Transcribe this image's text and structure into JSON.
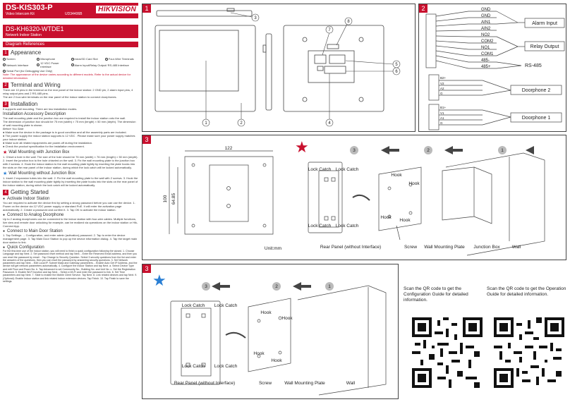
{
  "header": {
    "model": "DS-KIS303-P",
    "subtitle": "Video Intercom Kit",
    "code": "UD34406B",
    "logo": "HIKVISION"
  },
  "station": {
    "model": "DS-KH6320-WTDE1",
    "subtitle": "Network Indoor Station"
  },
  "diagram_refs": "Diagram References",
  "appearance": {
    "num": "1",
    "title": "Appearance",
    "legend": [
      "Screen",
      "Microphone",
      "microSD Card Slot",
      "Four-Wire Terminals",
      "Network Interface",
      "12 VDC Power Interface",
      "Alarm Input/Relay Output/ RS-485 Interface",
      "Serial Port (for Debugging Use Only)"
    ],
    "note": "Note: The appearance of the device varies according to different models. Refer to the actual device for detailed information."
  },
  "terminal": {
    "num": "2",
    "title": "Terminal and Wiring",
    "text1": "There are 10 pins in the terminal on the rear panel of the indoor station: 2 GND pin, 2 alarm input pins, 4 relay output pins and 2 RS-485 pins.",
    "text2": "The are 2 four-wire terminals on the rear panel of the indoor station to connect doorphones."
  },
  "installation": {
    "num": "3",
    "title": "Installation",
    "text1": "It supports wall mounting. There are two installation modes.",
    "accessory": "Installation Accessory Description",
    "text2": "The wall mounting plate and the junction box are required to install the indoor station onto the wall.",
    "text3": "The dimension of junction box should be 75 mm (width) × 75 mm (length) × 50 mm (depth). The dimension of wall mounting plate is shown.",
    "before": "Before You Start",
    "b1": "Make sure the device in the package is in good condition and all the assembly parts are included.",
    "b2": "The power supply the indoor station supports is 12 VDC . Please make sure your power supply matches your indoor station.",
    "b3": "Make sure all related equipments are power-off during the installation.",
    "b4": "Check the product specification for the installation environment."
  },
  "wall_with_box": {
    "title": "Wall Mounting with Junction Box",
    "steps": "1. Chisel a hole in the wall. The size of the hole should be 76 mm (width) × 76 mm (length) × 50 mm (depth). 2. Insert the junction box to the hole chiseled on the wall. 3. Fix the wall mounting plate to the junction box with 2 screws. 4. Hook the indoor station to the wall mounting plate tightly by inserting the plate hooks into the slots on the rear panel of the indoor station, during which the lock catch will be locked automatically."
  },
  "wall_without_box": {
    "title": "Wall Mounting without Junction Box",
    "steps": "1. Insert 2 expansion tubes into the wall. 2. Fix the wall mounting plate to the wall with 2 screws. 3. Hook the indoor station to the wall mounting plate tightly by inserting the plate hooks into the slots on the rear panel of the indoor station, during which the lock catch will be locked automatically."
  },
  "getting_started": {
    "num": "4",
    "title": "Getting Started",
    "activate": "Activate Indoor Station",
    "activate_text": "You are required to activate the device first by setting a strong password before you can use the device. 1. Power on the device via 12 VDC power supply or standard PoE. It will enter the activation page automatically. 2. Create a password and confirm it. 3. Tap OK to activate the indoor station.",
    "analog": "Connect to Analog Doorphone",
    "analog_text": "Up to 2 analog doorphones can be connected to the indoor station with four-wire cables. Multiple functions, live view and remote door unlocking for example, can be realized via operations on the indoor station or Hik-Connect App.",
    "main_door": "Connect to Main Door Station",
    "main_door_text": "1. Tap Settings → Configuration, and enter admin (activation) password. 2. Tap to enter the device management page. 3. Tap Main Door Station to pop up the device information dialog. 4. Tap the target main door station to link.",
    "quick": "Quick Configuration",
    "quick_text": "For the first-time use of the indoor station, you will need to finish a quick configuration following the wizard. 1. Choose Language and tap Next. 2. Set password reset method and tap Next. - Enter the Reserved Email address, and then you can reset the password by email. - Tap Change to Security Question. Select 3 security questions from the list and enter the answers of the questions, then you can reset the password by answering security questions. 3. Set Network parameters and tap Next. - Edit Local IP, Subnet Mask and Gateway parameters. - Enable Auto Get IP Address, and the device will get network parameters automatically. 4. Configure the Indoor Station and tap Next. a. Select Device Type and edit Floor and Room No. b. Tap Advanced to set Community No., Building No. and Unit No. c. Set the Registration Password. 5. Enable Wi-Fi function and tap Next. - Select a Wi-Fi and enter the password to link. 6. Set Time parameters and tap Next. 7. Slide to enable the Mobile Client Service. Tap Next. 8. Link related devices and tap Next. 9. (Optional): Enable Indoor station and link related indoor extension devices. Tap Finish. 10. Tap Finish to save the settings."
  },
  "panel1": {
    "num": "1",
    "callouts": [
      "1",
      "2",
      "3",
      "4",
      "5",
      "6",
      "7",
      "8"
    ]
  },
  "panel2": {
    "num": "2",
    "pins": [
      "GND",
      "GND",
      "AIN1",
      "AIN2",
      "NO2",
      "COM2",
      "NO1",
      "COM1",
      "485-",
      "485+"
    ],
    "alarm_input": "Alarm Input",
    "relay_output": "Relay Output",
    "rs485": "RS-485",
    "doorphone2": "Doorphone 2",
    "doorphone1": "Doorphone 1",
    "dp2_pins": [
      "B2+",
      "V2",
      "A2",
      "G"
    ],
    "dp1_pins": [
      "B1+",
      "V1",
      "A1",
      "G"
    ]
  },
  "panel3a": {
    "num": "3",
    "width_dim": "122",
    "height_dim": "100",
    "inner_dim": "64.85",
    "unit": "Unit:mm",
    "steps": [
      "3",
      "2",
      "1"
    ],
    "lock_catch": "Lock Catch",
    "hook": "Hook",
    "rear_panel": "Rear  Panel (without Interface)",
    "screw": "Screw",
    "plate": "Wall Mounting Plate",
    "junction": "Junction Box",
    "wall": "Wall"
  },
  "panel3b": {
    "num": "3",
    "steps": [
      "3",
      "2",
      "1"
    ],
    "lock_catch": "Lock Catch",
    "hook": "Hook",
    "rear_panel": "Rear  Panel (without Interface)",
    "screw": "Screw",
    "plate": "Wall Mounting Plate",
    "wall": "Wall"
  },
  "qr": {
    "config": "Scan the QR code to get the Configuration Guide for detailed information.",
    "operation": "Scan the QR code to get the Operation Guide for detailed information."
  },
  "colors": {
    "brand": "#c8102e",
    "star_blue": "#2a7fd4",
    "line": "#444444"
  }
}
